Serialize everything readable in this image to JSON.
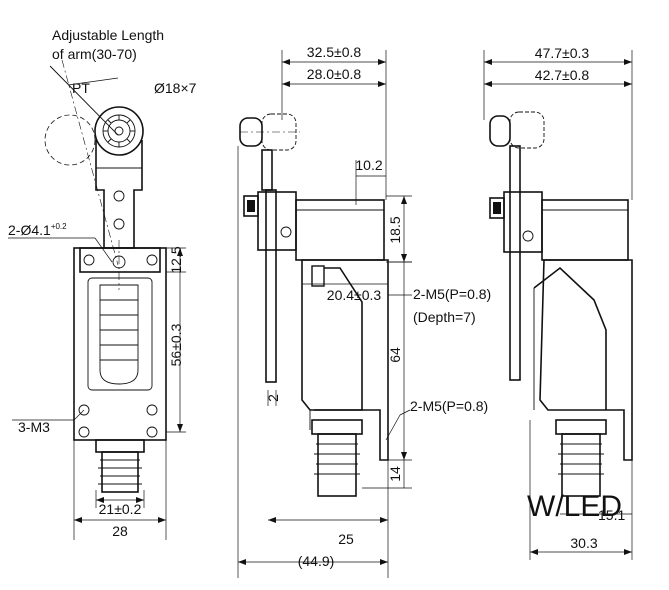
{
  "front_view": {
    "note_line1": "Adjustable Length",
    "note_line2": "of arm(30-70)",
    "pt": "PT",
    "roller": "Ø18×7",
    "holes_prefix": "2-Ø4.1",
    "holes_tol": "+0.2",
    "dim_12_5": "12.5",
    "dim_56": "56±0.3",
    "m3": "3-M3",
    "dim_21": "21±0.2",
    "dim_28": "28"
  },
  "side_view": {
    "dim_32_5": "32.5±0.8",
    "dim_28_0": "28.0±0.8",
    "dim_10_2": "10.2",
    "dim_18_5": "18.5",
    "dim_20_4": "20.4±0.3",
    "m5_top": "2-M5(P=0.8)",
    "depth": "(Depth=7)",
    "dim_64": "64",
    "dim_2": "2",
    "m5_bottom": "2-M5(P=0.8)",
    "dim_14": "14",
    "dim_25": "25",
    "dim_44_9": "(44.9)"
  },
  "led_view": {
    "dim_47_7": "47.7±0.3",
    "dim_42_7": "42.7±0.8",
    "label": "W/LED",
    "dim_15_1": "15.1",
    "dim_30_3": "30.3"
  }
}
